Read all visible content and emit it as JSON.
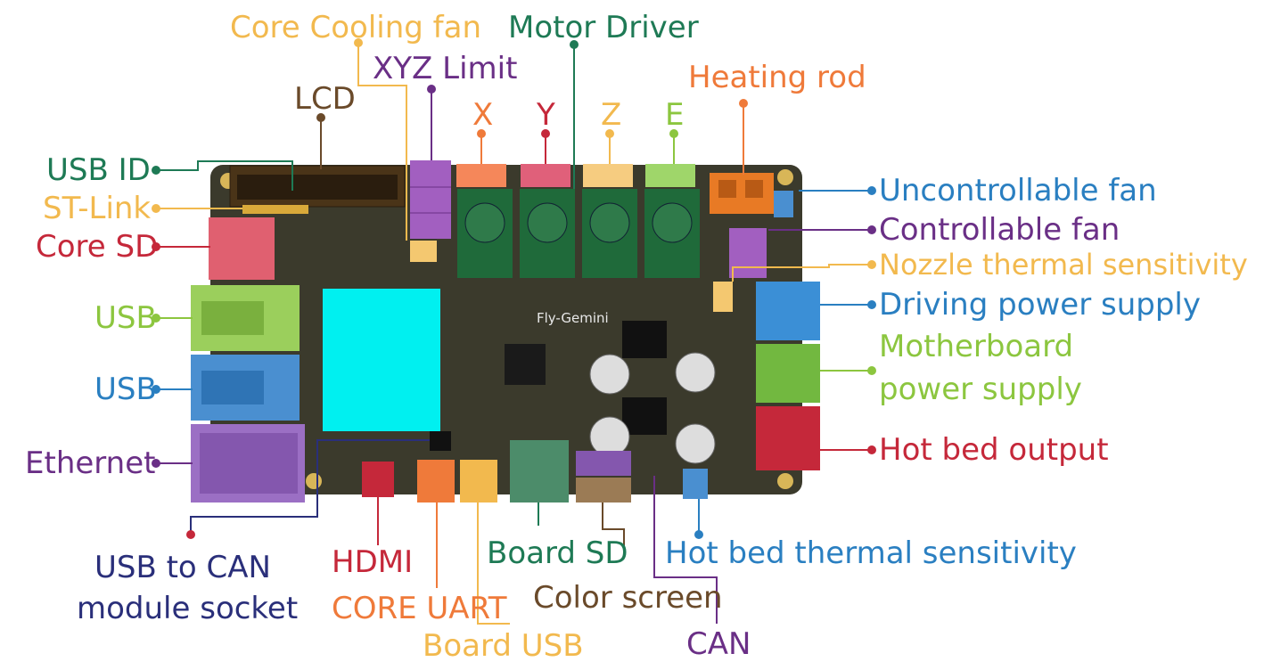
{
  "colors": {
    "board": "#3b3a2c",
    "teal": "#1e7a55",
    "yellow": "#f2b94e",
    "purple": "#6a2f86",
    "brown": "#6a4a2a",
    "red": "#c5283a",
    "orange": "#ef7a3a",
    "lime": "#8cc63f",
    "blue": "#2a7fc1",
    "navy": "#2a2f7a",
    "cyan": "#00f0f0"
  },
  "board": {
    "silkscreen": "Fly-Gemini"
  },
  "labels": {
    "core_cooling_fan": "Core Cooling fan",
    "motor_driver": "Motor Driver",
    "xyz_limit": "XYZ Limit",
    "lcd": "LCD",
    "x": "X",
    "y": "Y",
    "z": "Z",
    "e": "E",
    "heating_rod": "Heating rod",
    "usb_id": "USB ID",
    "st_link": "ST-Link",
    "core_sd": "Core SD",
    "usb1": "USB",
    "usb2": "USB",
    "ethernet": "Ethernet",
    "uncontrollable_fan": "Uncontrollable fan",
    "controllable_fan": "Controllable fan",
    "nozzle_thermal": "Nozzle thermal sensitivity",
    "driving_power": "Driving power supply",
    "motherboard_power_1": "Motherboard",
    "motherboard_power_2": "power supply",
    "hot_bed_output": "Hot bed output",
    "usb_to_can_1": "USB to CAN",
    "usb_to_can_2": "module socket",
    "hdmi": "HDMI",
    "core_uart": "CORE UART",
    "board_usb": "Board USB",
    "board_sd": "Board SD",
    "color_screen": "Color screen",
    "can": "CAN",
    "hot_bed_thermal": "Hot bed thermal sensitivity"
  }
}
